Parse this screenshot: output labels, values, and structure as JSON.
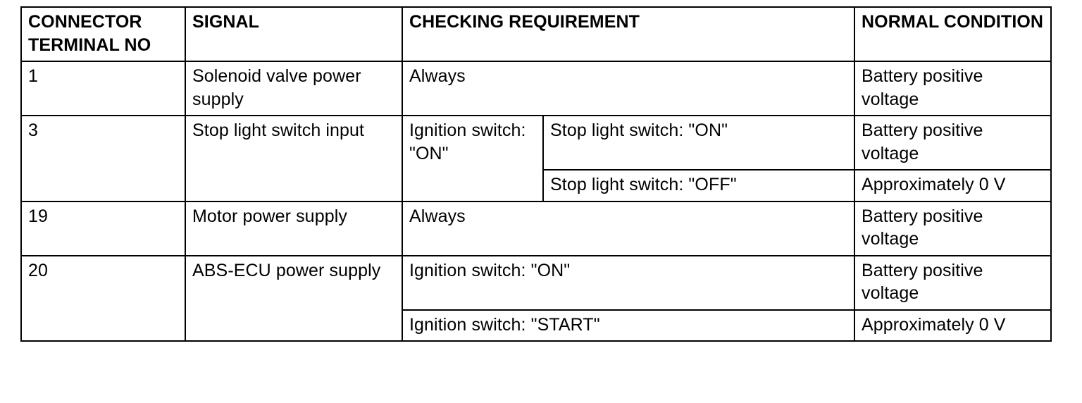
{
  "table": {
    "headers": {
      "connector_terminal_no": "CONNECTOR TERMINAL NO",
      "signal": "SIGNAL",
      "checking_requirement": "CHECKING REQUIREMENT",
      "normal_condition": "NORMAL CONDITION"
    },
    "rows": [
      {
        "terminal": "1",
        "signal": "Solenoid valve power supply",
        "checking_requirement": "Always",
        "normal_condition": "Battery positive voltage"
      },
      {
        "terminal": "3",
        "signal": "Stop light switch input",
        "condition_group": "Ignition switch: \"ON\"",
        "subrows": [
          {
            "checking_requirement": "Stop light switch: \"ON\"",
            "normal_condition": "Battery positive voltage"
          },
          {
            "checking_requirement": "Stop light switch: \"OFF\"",
            "normal_condition": "Approximately 0 V"
          }
        ]
      },
      {
        "terminal": "19",
        "signal": "Motor power supply",
        "checking_requirement": "Always",
        "normal_condition": "Battery positive voltage"
      },
      {
        "terminal": "20",
        "signal": "ABS-ECU power supply",
        "subrows": [
          {
            "checking_requirement": "Ignition switch: \"ON\"",
            "normal_condition": "Battery positive voltage"
          },
          {
            "checking_requirement": "Ignition switch: \"START\"",
            "normal_condition": "Approximately 0 V"
          }
        ]
      }
    ]
  }
}
